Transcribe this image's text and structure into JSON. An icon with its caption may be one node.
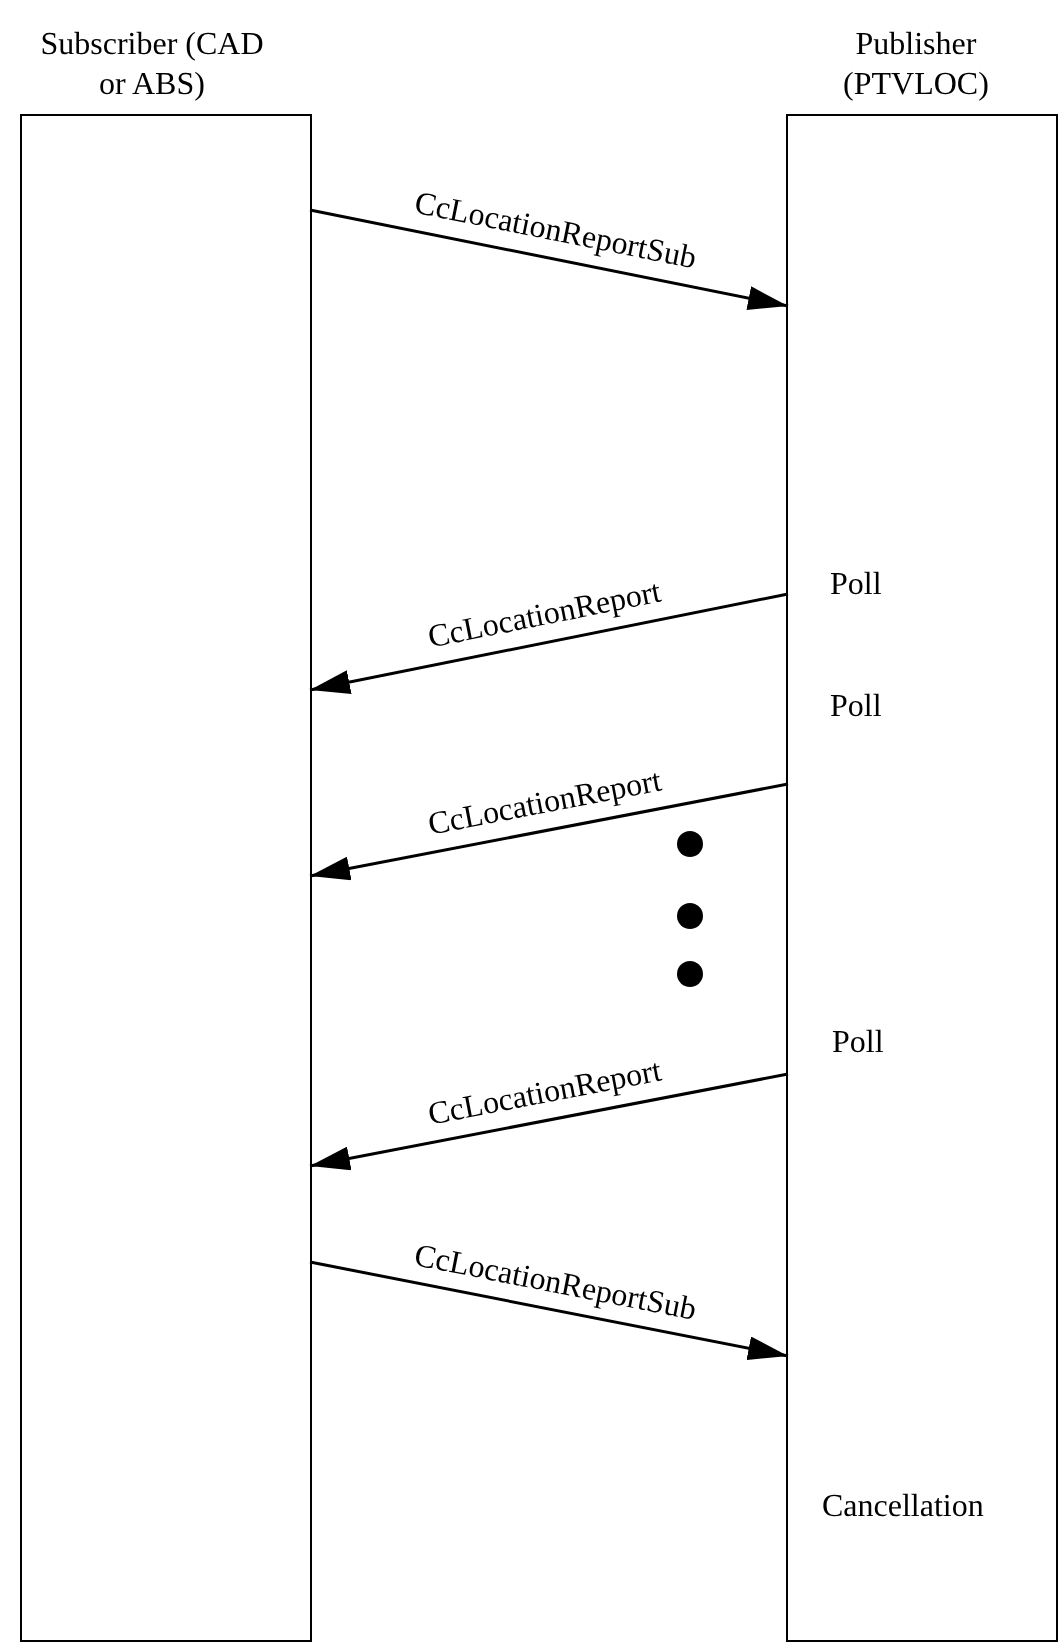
{
  "diagram": {
    "nodes": [
      {
        "text": [
          "Subscriber (CAD or ABS)"
        ]
      },
      {
        "text": [
          "Publisher (PTVLOC)"
        ]
      }
    ],
    "edges": [
      {
        "from": 0,
        "to": 1,
        "arrow": "to",
        "label": "CcLocationReportSub"
      },
      {
        "from": 1,
        "to": 0,
        "arrow": "to",
        "label": "CcLocationReport"
      },
      {
        "from": 1,
        "to": 0,
        "arrow": "to",
        "label": "CcLocationReport"
      },
      {
        "from": 1,
        "to": 0,
        "arrow": "to",
        "label": "CcLocationReport"
      },
      {
        "from": 0,
        "to": 1,
        "arrow": "to",
        "label": "CcLocationReportSub"
      }
    ],
    "labels": [
      "Poll",
      "Poll",
      "Poll",
      "Cancellation"
    ]
  }
}
